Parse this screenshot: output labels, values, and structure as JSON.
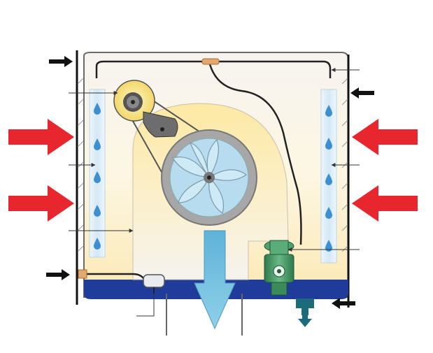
{
  "diagram": {
    "components": [
      {
        "id": "cabinet-frame",
        "kind": "housing"
      },
      {
        "id": "left-cooling-pad",
        "kind": "wet-pad"
      },
      {
        "id": "right-cooling-pad",
        "kind": "wet-pad"
      },
      {
        "id": "motor",
        "kind": "motor"
      },
      {
        "id": "drive-belt",
        "kind": "belt"
      },
      {
        "id": "blower-wheel",
        "kind": "centrifugal-fan"
      },
      {
        "id": "blower-housing",
        "kind": "scroll"
      },
      {
        "id": "water-distribution-line",
        "kind": "pipe"
      },
      {
        "id": "water-pump",
        "kind": "pump"
      },
      {
        "id": "float-valve",
        "kind": "valve"
      },
      {
        "id": "water-inlet",
        "kind": "fitting"
      },
      {
        "id": "water-reservoir",
        "kind": "sump"
      },
      {
        "id": "drain-outlet",
        "kind": "drain"
      }
    ],
    "airflow": {
      "intake": "left-and-right-sides",
      "outlet": "bottom-center"
    },
    "colors": {
      "intake_arrow": "#e8262d",
      "outlet_arrow": "#5fb3d7",
      "water": "#1f3c9a",
      "pump": "#3a8a5a",
      "drain": "#1d6b7a",
      "blower_gradient_top": "#fde9a3",
      "blower_gradient_bottom": "#f4f2f0",
      "fan_wheel": "#a9d3ec",
      "pad": "#dcecf7",
      "droplet": "#3d8fd0"
    },
    "icons": [
      "water-drop-icon",
      "intake-arrow-icon",
      "pointer-arrow-icon",
      "outlet-arrow-icon",
      "drain-arrow-icon"
    ]
  }
}
